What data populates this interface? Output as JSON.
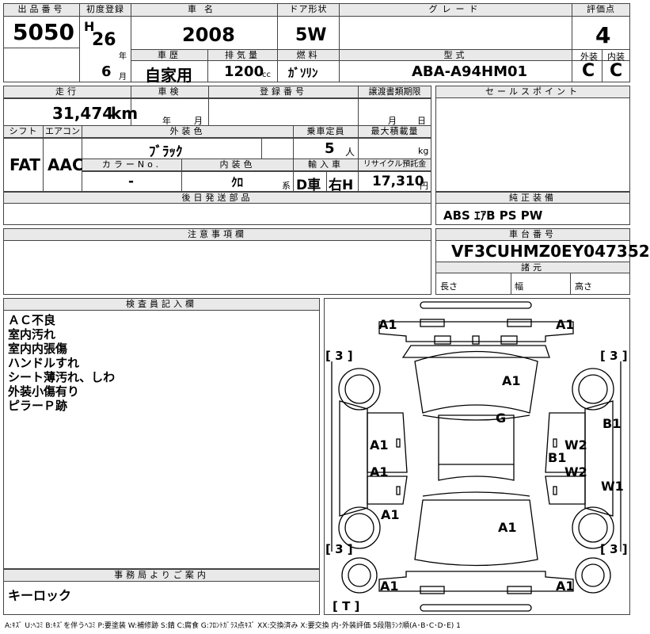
{
  "header": {
    "lot_no_label": "出品番号",
    "lot_no": "5050",
    "first_reg_label": "初度登録",
    "era": "H",
    "year": "26",
    "year_unit": "年",
    "month": "6",
    "month_unit": "月",
    "car_name_label": "車名",
    "car_name": "2008",
    "door_label": "ドア形状",
    "door": "5W",
    "grade_label": "グレード",
    "grade": "",
    "score_label": "評価点",
    "score": "4",
    "history_label": "車歴",
    "history": "自家用",
    "displacement_label": "排気量",
    "displacement": "1200",
    "displacement_unit": "cc",
    "fuel_label": "燃料",
    "fuel": "ｶﾞｿﾘﾝ",
    "model_label": "型式",
    "model": "ABA-A94HM01",
    "ext_label": "外装",
    "ext_grade": "C",
    "int_label": "内装",
    "int_grade": "C"
  },
  "vehicle": {
    "mileage_label": "走行",
    "mileage": "31,474",
    "mileage_unit": "km",
    "inspection_label": "車検",
    "insp_year_unit": "年",
    "insp_month_unit": "月",
    "reg_no_label": "登録番号",
    "reg_no": "",
    "transfer_label": "譲渡書類期限",
    "transfer_month_unit": "月",
    "transfer_day_unit": "日",
    "shift_label": "シフト",
    "shift": "FAT",
    "ac_label": "エアコン",
    "ac": "AAC",
    "color_label": "外装色",
    "color": "ﾌﾞﾗｯｸ",
    "capacity_label": "乗車定員",
    "capacity": "5",
    "capacity_unit": "人",
    "max_load_label": "最大積載量",
    "max_load_unit": "kg",
    "color_no_label": "カラーNo.",
    "color_no": "-",
    "interior_color_label": "内装色",
    "interior_color": "ｸﾛ",
    "interior_color_unit": "系",
    "import_label": "輸入車",
    "import_type": "D車",
    "steering": "右H",
    "recycle_label": "リサイクル預託金",
    "recycle": "17,310",
    "recycle_unit": "円"
  },
  "sections": {
    "sales_point_label": "セールスポイント",
    "later_parts_label": "後日発送部品",
    "equipment_label": "純正装備",
    "equipment": "ABS ｴｱB PS PW",
    "caution_label": "注意事項欄",
    "chassis_label": "車台番号",
    "chassis": "VF3CUHMZ0EY047352",
    "spec_label": "諸元",
    "length_label": "長さ",
    "width_label": "幅",
    "height_label": "高さ",
    "inspector_label": "検査員記入欄",
    "inspector_notes": [
      "ＡＣ不良",
      "室内汚れ",
      "室内内張傷",
      "ハンドルすれ",
      "シート薄汚れ、しわ",
      "外装小傷有り",
      "ピラーＰ跡"
    ],
    "office_label": "事務局よりご案内",
    "office_note": "キーロック"
  },
  "diagram": {
    "marks": [
      "A1",
      "A1",
      "A1",
      "G",
      "A1",
      "A1",
      "W2",
      "B1",
      "W2",
      "A1",
      "A1",
      "B1",
      "W1",
      "A1",
      "A1"
    ],
    "tires": [
      "[ 3 ]",
      "[ 3 ]",
      "[ 3 ]",
      "[ 3 ]",
      "[ T ]"
    ]
  },
  "legend": "A:ｷｽﾞ U:ﾍｺﾐ B:ｷｽﾞを伴うﾍｺﾐ P:要塗装 W:補修跡 S:錆 C:腐食 G:ﾌﾛﾝﾄｶﾞﾗｽ点ｷｽﾞ XX:交換済み X:要交換 内･外装評価 5段階ﾗﾝｸ順(A･B･C･D･E) 1"
}
